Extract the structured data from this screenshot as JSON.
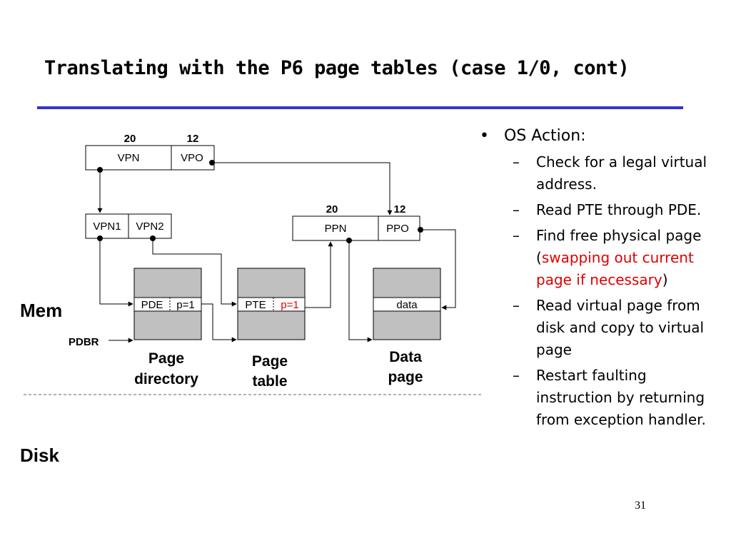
{
  "title": "Translating with the P6 page tables (case 1/0, cont)",
  "diagram": {
    "virtual_address": {
      "bits_high": "20",
      "bits_low": "12",
      "field_high": "VPN",
      "field_low": "VPO"
    },
    "vpn_split": {
      "field_1": "VPN1",
      "field_2": "VPN2"
    },
    "physical_address": {
      "bits_high": "20",
      "bits_low": "12",
      "field_high": "PPN",
      "field_low": "PPO"
    },
    "page_directory": {
      "entry": "PDE",
      "flag": "p=1",
      "label_line1": "Page",
      "label_line2": "directory"
    },
    "page_table": {
      "entry": "PTE",
      "flag": "p=1",
      "label_line1": "Page",
      "label_line2": "table"
    },
    "data_page": {
      "entry": "data",
      "label_line1": "Data",
      "label_line2": "page"
    },
    "pdbr": "PDBR",
    "mem_label": "Mem",
    "disk_label": "Disk",
    "colors": {
      "flag_red": "#e00000",
      "table_gray": "#c0c0c0",
      "rule_blue": "#3333cc"
    }
  },
  "bullets": {
    "marker": "•",
    "heading": "OS Action:",
    "dash": "–",
    "items": [
      {
        "text": "Check for a legal virtual address."
      },
      {
        "text": "Read PTE through PDE."
      },
      {
        "before": "Find free physical page (",
        "red": "swapping out current page if necessary",
        "after": ")"
      },
      {
        "text": "Read virtual page from disk and copy to virtual page"
      },
      {
        "text": "Restart faulting instruction by returning from exception handler."
      }
    ]
  },
  "page_number": "31"
}
